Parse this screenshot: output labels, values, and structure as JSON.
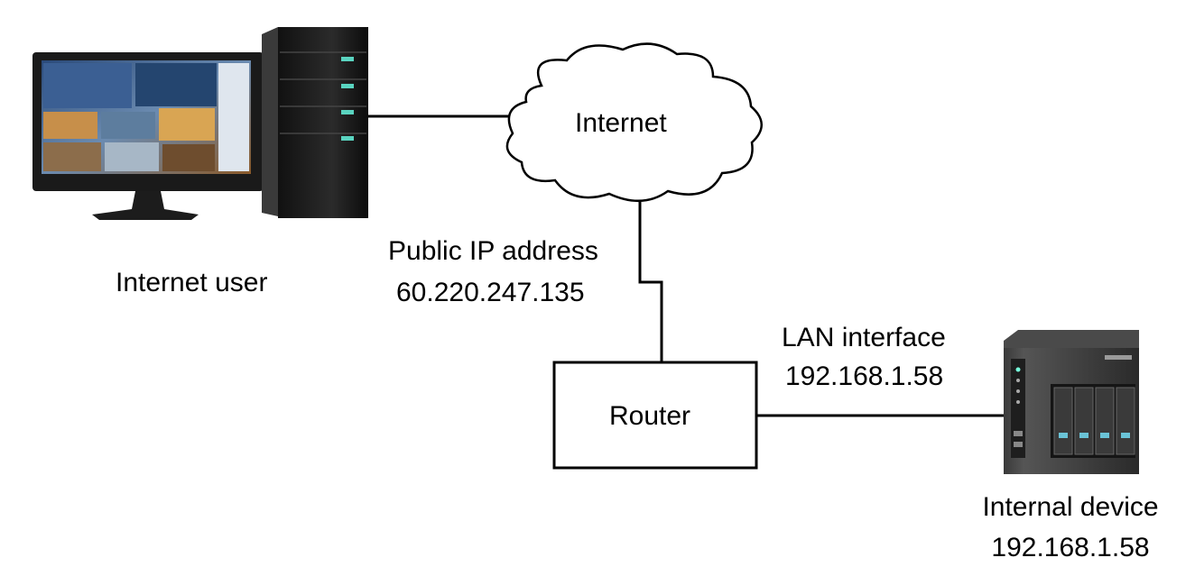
{
  "nodes": {
    "internet": {
      "label": "Internet"
    },
    "router": {
      "label": "Router"
    },
    "internet_user": {
      "label": "Internet user"
    },
    "internal_device": {
      "label": "Internal device",
      "ip": "192.168.1.58"
    }
  },
  "links": {
    "wan": {
      "label": "Public IP address",
      "ip": "60.220.247.135"
    },
    "lan": {
      "label": "LAN interface",
      "ip": "192.168.1.58"
    }
  },
  "colors": {
    "line": "#000000",
    "box_border": "#000000"
  },
  "icons": {
    "user_machine": "desktop-computer-icon",
    "device": "nas-server-icon",
    "network": "cloud-icon"
  }
}
